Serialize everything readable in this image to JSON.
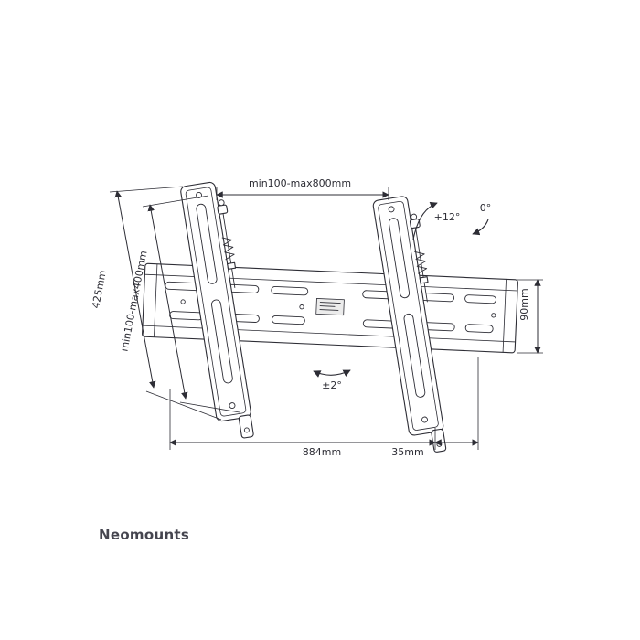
{
  "brand": {
    "name": "Neomounts"
  },
  "diagram": {
    "subject": "tilting-tv-wall-mount-dimension-drawing",
    "labels": {
      "vesa_width": "min100-max800mm",
      "rail_height": "425mm",
      "vesa_height": "min100-max400mm",
      "plate_height": "90mm",
      "plate_width": "884mm",
      "depth": "35mm",
      "tilt_max": "+12°",
      "tilt_zero": "0°",
      "level_adjust": "±2°"
    }
  },
  "colors": {
    "line": "#2d2d35",
    "text": "#2d2d35",
    "brand": "#45454f",
    "background": "#ffffff"
  }
}
